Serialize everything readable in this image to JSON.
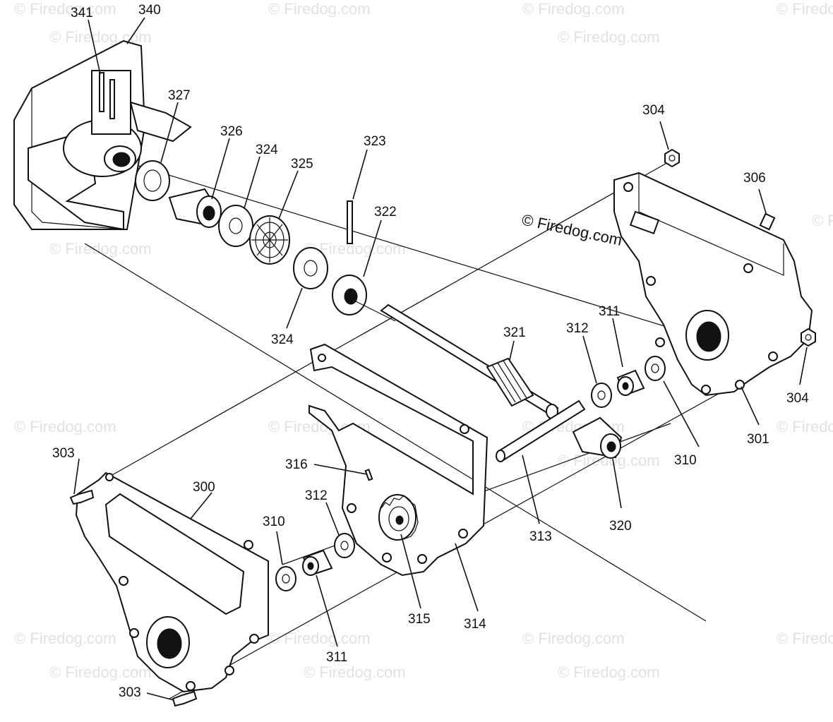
{
  "watermark_text": "© Firedog.com",
  "main_watermark_text": "© Firedog.com",
  "parts": {
    "p341": "341",
    "p340": "340",
    "p327": "327",
    "p326": "326",
    "p324a": "324",
    "p325": "325",
    "p323": "323",
    "p322": "322",
    "p324b": "324",
    "p304a": "304",
    "p306": "306",
    "p321": "321",
    "p312a": "312",
    "p311a": "311",
    "p304b": "304",
    "p301": "301",
    "p310a": "310",
    "p303a": "303",
    "p316": "316",
    "p300": "300",
    "p312b": "312",
    "p310b": "310",
    "p320": "320",
    "p313": "313",
    "p315": "315",
    "p314": "314",
    "p311b": "311",
    "p303b": "303"
  }
}
